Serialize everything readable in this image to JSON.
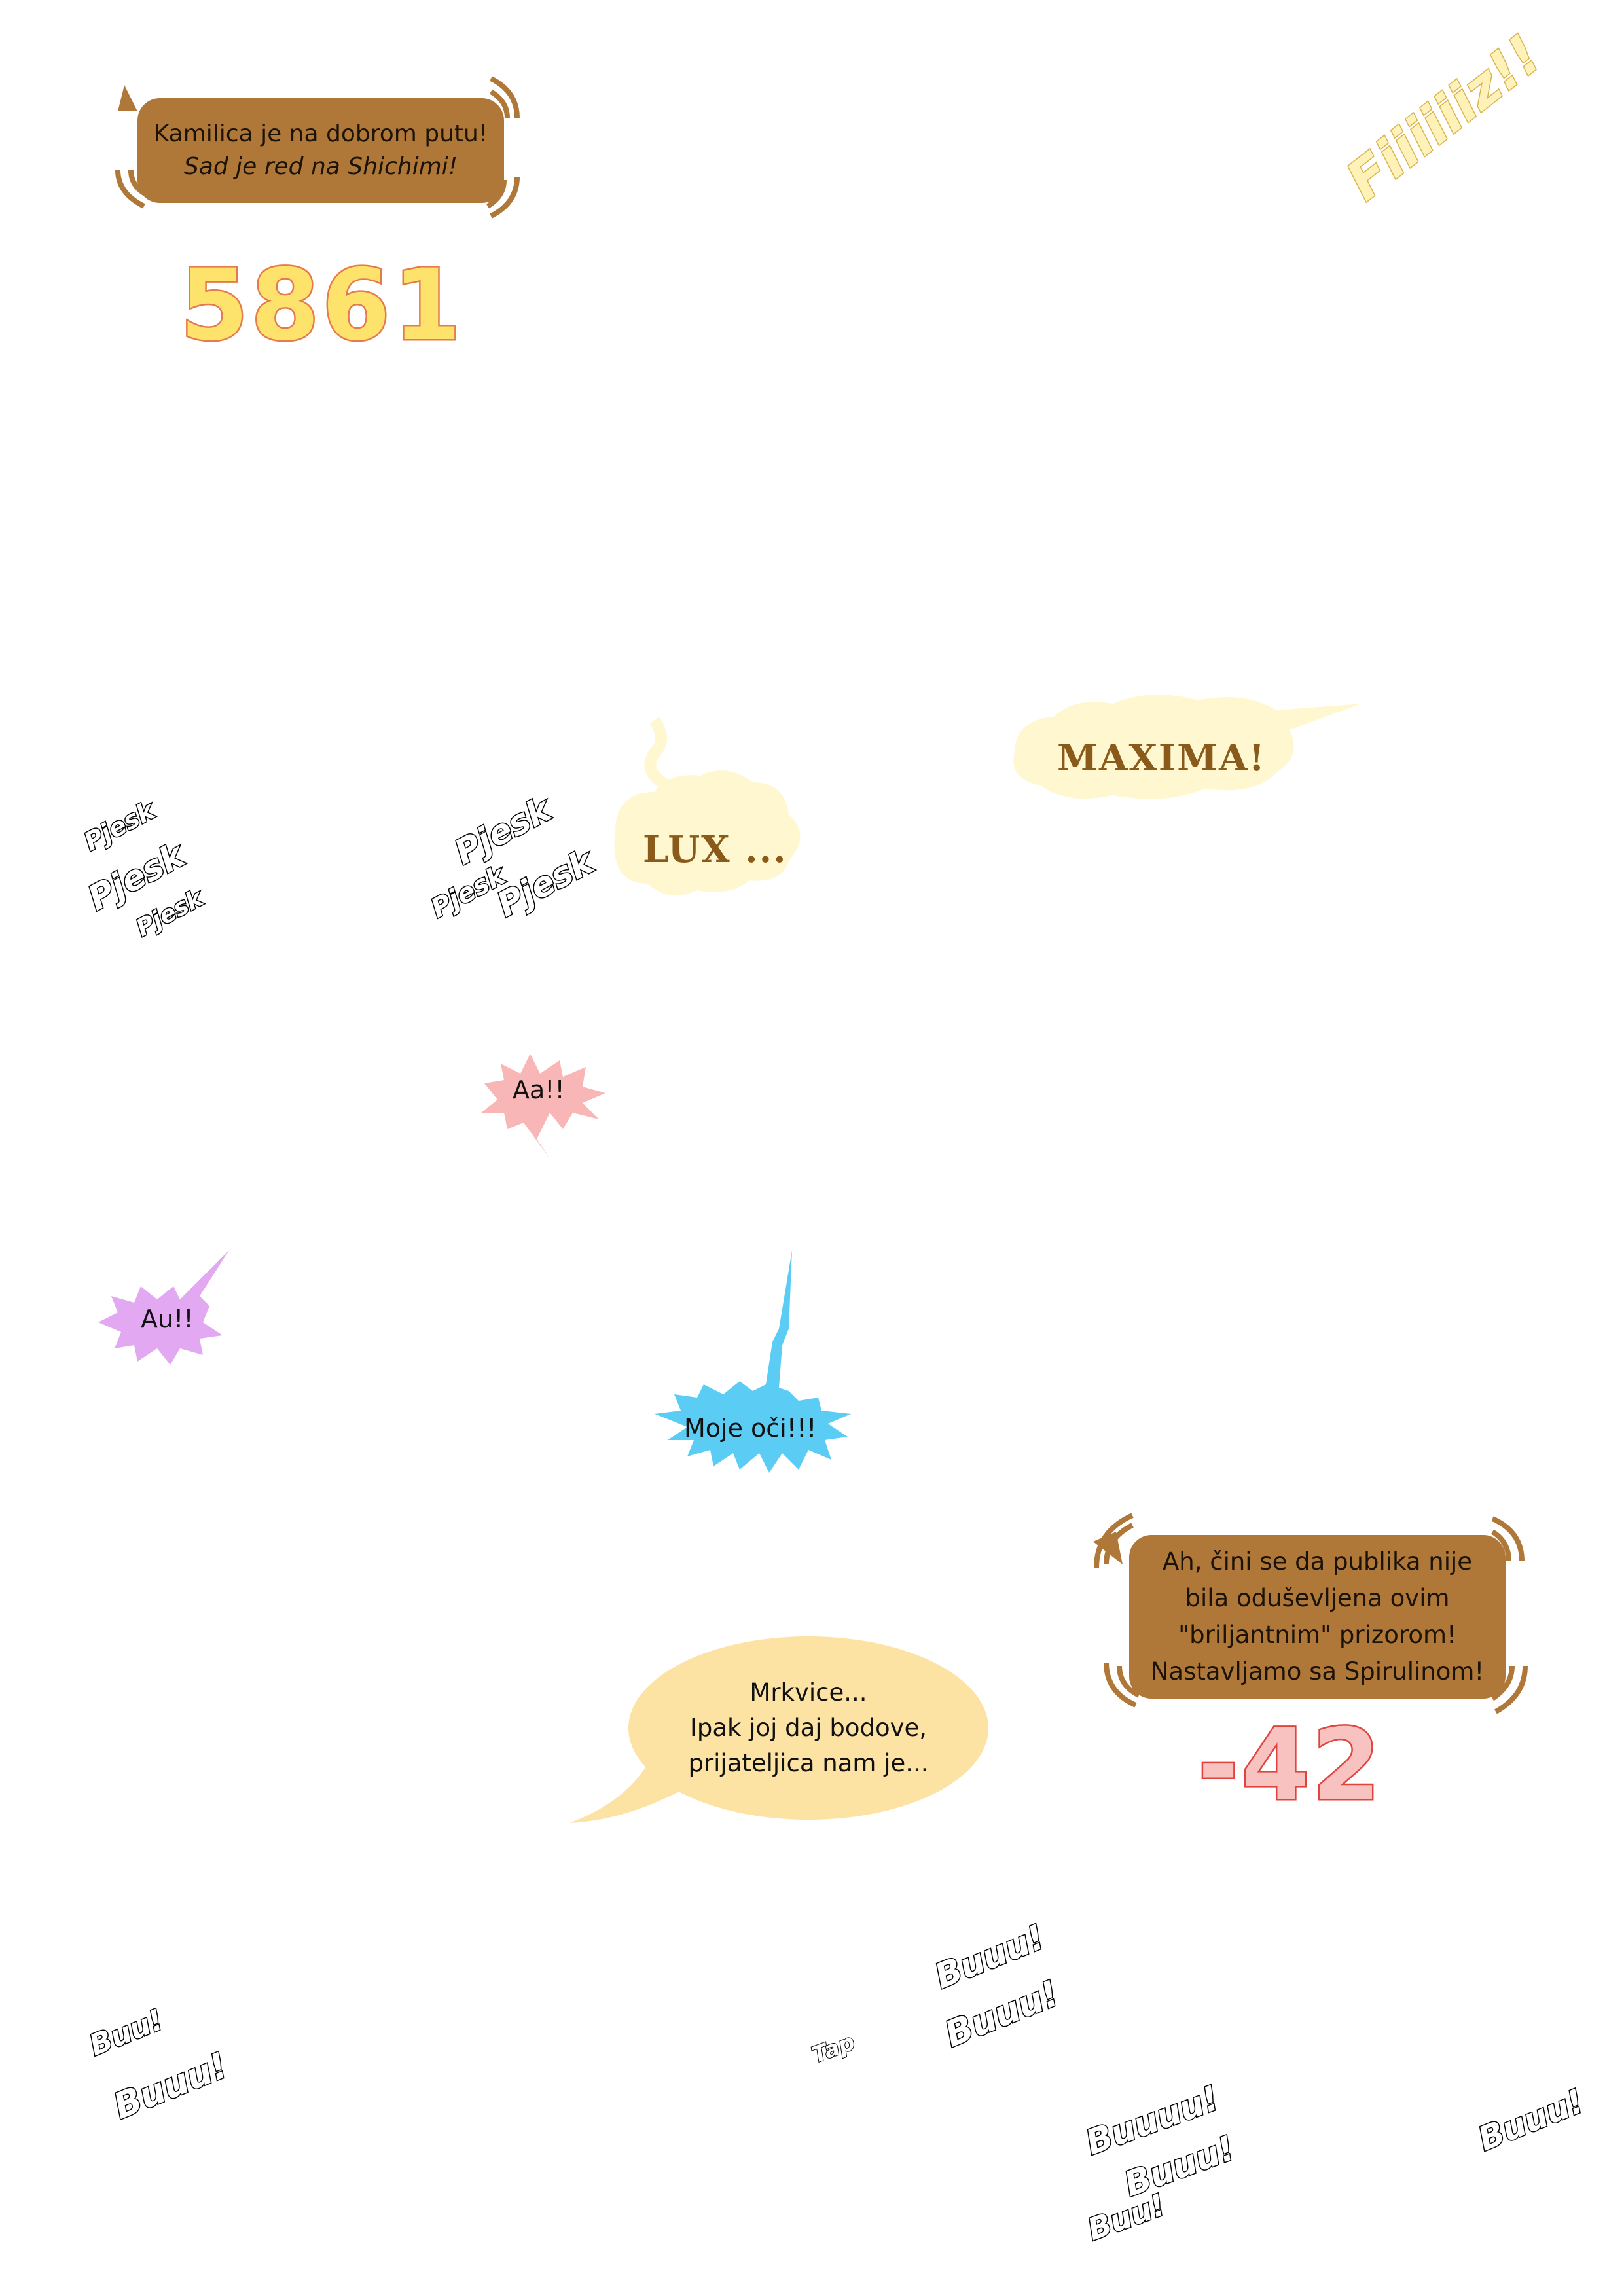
{
  "colors": {
    "brown_bubble": "#b07838",
    "brown_text": "#8a5a1a",
    "score_fill": "#fde36b",
    "score_stroke": "#e77a4a",
    "penalty_fill": "#f7c2c0",
    "penalty_stroke": "#e0443c",
    "pink_burst": "#f8b6b6",
    "violet_burst": "#e3a8f2",
    "cyan_burst": "#5bcdf5",
    "yellow_speech": "#fde3a3",
    "cream_cloud": "#fff7cf"
  },
  "announcer_top": {
    "line1": "Kamilica je na dobrom putu!",
    "line2": "Sad je red na Shichimi!"
  },
  "score_top": "5861",
  "fiiiiiiz": "Fiiiiiiz!!",
  "lux": "LUX ...",
  "maxima": "MAXIMA!",
  "sfx_pjesk_left": [
    "Pjesk",
    "Pjesk",
    "Pjesk"
  ],
  "sfx_pjesk_mid": [
    "Pjesk",
    "Pjesk",
    "Pjesk"
  ],
  "aa": "Aa!!",
  "au": "Au!!",
  "moje_oci": "Moje oči!!!",
  "announcer_bottom": {
    "line1": "Ah, čini se da publika nije",
    "line2": "bila oduševljena ovim",
    "line3": "\"briljantnim\" prizorom!",
    "line4": "Nastavljamo sa Spirulinom!"
  },
  "score_penalty": "-42",
  "mrkvice": {
    "line1": "Mrkvice...",
    "line2": "Ipak joj daj bodove,",
    "line3": "prijateljica nam je..."
  },
  "sfx_buu_left": [
    "Buu!",
    "Buuu!"
  ],
  "sfx_tap": "Tap",
  "sfx_buu_center": [
    "Buuu!",
    "Buuu!"
  ],
  "sfx_buu_bottom": [
    "Buuuu!",
    "Buuu!",
    "Buu!"
  ],
  "sfx_buu_right": "Buuu!"
}
